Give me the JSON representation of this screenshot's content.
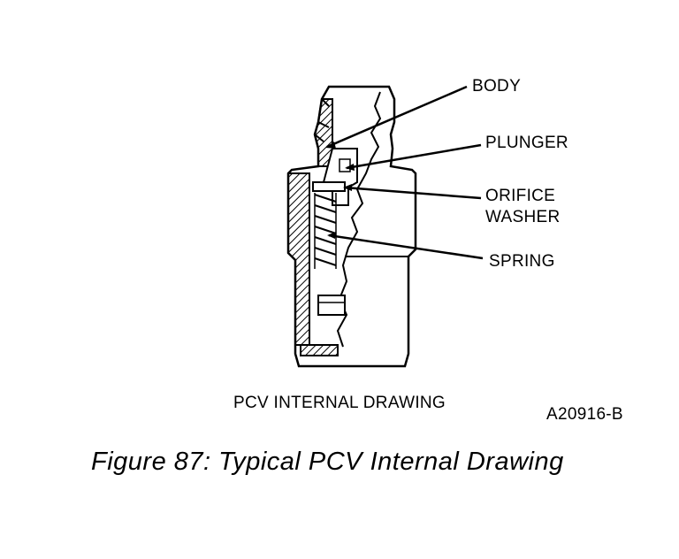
{
  "callouts": {
    "body": "BODY",
    "plunger": "PLUNGER",
    "orifice_line1": "ORIFICE",
    "orifice_line2": "WASHER",
    "spring": "SPRING"
  },
  "drawing_title": "PCV INTERNAL DRAWING",
  "drawing_code": "A20916-B",
  "caption": "Figure 87: Typical PCV Internal Drawing"
}
